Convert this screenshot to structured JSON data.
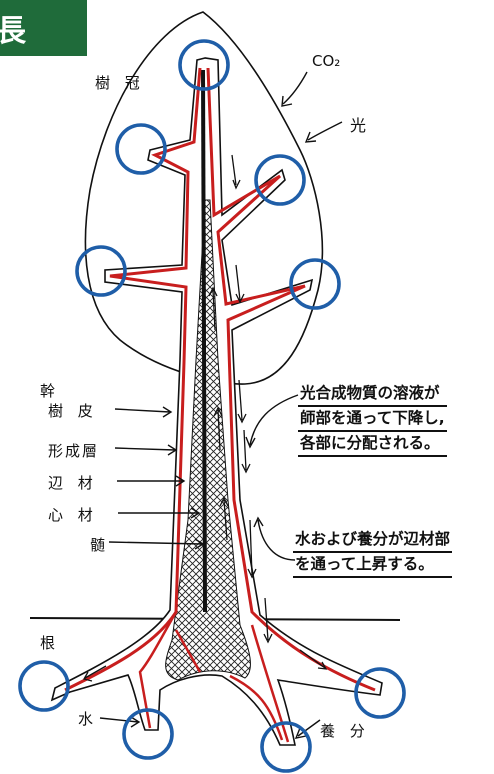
{
  "header": {
    "badge": "長"
  },
  "labels": {
    "crown": "樹 冠",
    "co2": "CO₂",
    "light": "光",
    "trunk": "幹",
    "bark": "樹 皮",
    "cambium": "形成層",
    "sapwood": "辺 材",
    "heartwood": "心 材",
    "pith": "髄",
    "root": "根",
    "water": "水",
    "nutrients": "養 分"
  },
  "notes": {
    "downward": [
      "光合成物質の溶液が",
      "師部を通って下降し,",
      "各部に分配される。"
    ],
    "upward": [
      "水および養分が辺材部",
      "を通って上昇する。"
    ]
  },
  "colors": {
    "badge": "#1f6b3a",
    "phloem_line": "#c81e1e",
    "highlight_circle": "#1f5ea8",
    "ink": "#111111"
  }
}
